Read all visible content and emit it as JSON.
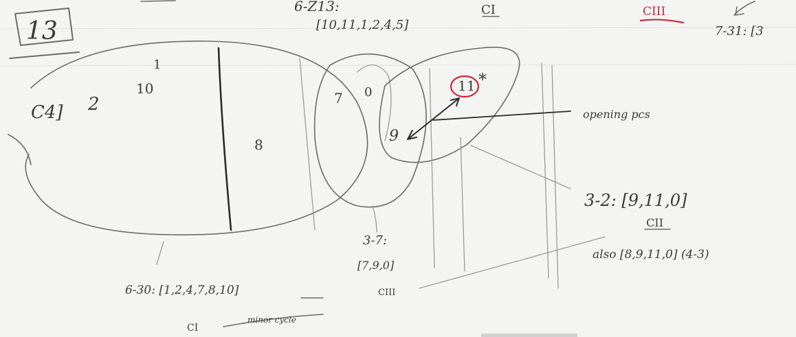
{
  "page_number": "13",
  "top_labels": {
    "set_6z13_name": "6-Z13:",
    "set_6z13_pcs": "[10,11,1,2,4,5]",
    "c1_top": "CI",
    "c3_top": "CIII",
    "set_731": "7-31: [3"
  },
  "region_pcs": {
    "pc_1": "1",
    "pc_10": "10",
    "pc_2": "2",
    "c4": "C4]",
    "pc_8": "8",
    "pc_7": "7",
    "pc_0": "0",
    "pc_11": "11",
    "pc_9": "9",
    "star": "*"
  },
  "annotations": {
    "opening_pcs": "opening pcs",
    "set_32": "3-2: [9,11,0]",
    "c2": "CII",
    "also_set": "also [8,9,11,0] (4-3)",
    "set_37_name": "3-7:",
    "set_37_pcs": "[7,9,0]",
    "c3_bottom": "CIII",
    "set_630": "6-30: [1,2,4,7,8,10]",
    "c1_bottom": "CI",
    "minor_cycle": "minor cycle"
  }
}
